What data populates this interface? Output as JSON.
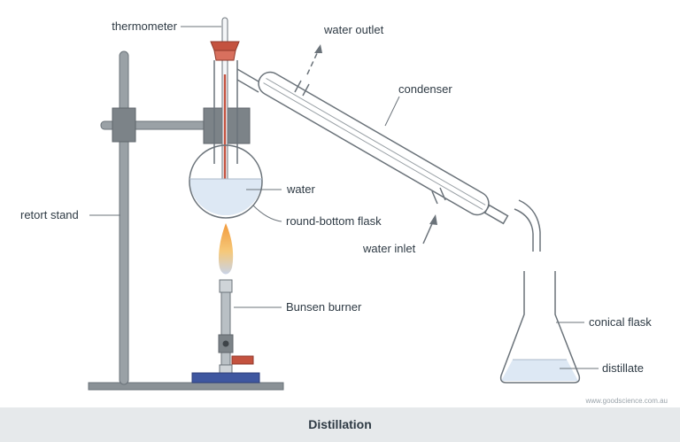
{
  "labels": {
    "thermometer": "thermometer",
    "water_outlet": "water outlet",
    "condenser": "condenser",
    "water": "water",
    "retort_stand": "retort stand",
    "round_bottom_flask": "round-bottom flask",
    "water_inlet": "water inlet",
    "bunsen_burner": "Bunsen burner",
    "conical_flask": "conical flask",
    "distillate": "distillate"
  },
  "caption": "Distillation",
  "watermark": "www.goodscience.com.au",
  "colors": {
    "line": "#6b737a",
    "stand": "#8a9196",
    "clamp": "#7c8388",
    "liquid": "#dde8f4",
    "stopper": "#c4523f",
    "flame": "#f2a24a",
    "burner_base": "#3f57a0",
    "valve": "#c4523f",
    "caption_bg": "#e6e9eb"
  }
}
